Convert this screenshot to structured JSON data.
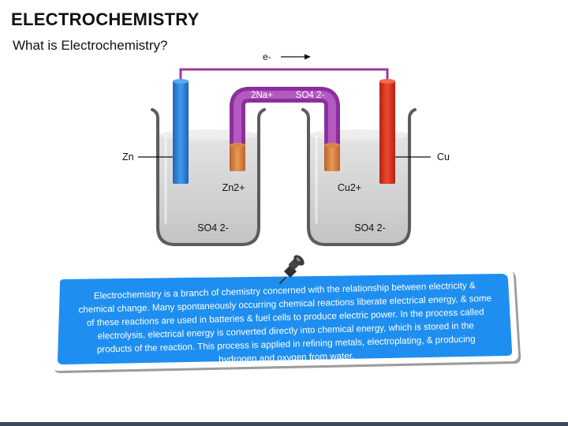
{
  "slide": {
    "title": "ELECTROCHEMISTRY",
    "subtitle": "What is Electrochemistry?"
  },
  "diagram": {
    "electron_label": "e-",
    "bridge_label_left": "2Na+",
    "bridge_label_right": "SO4 2-",
    "left_electrode_label": "Zn",
    "right_electrode_label": "Cu",
    "left_ion_label": "Zn2+",
    "right_ion_label": "Cu2+",
    "left_solution_label": "SO4 2-",
    "right_solution_label": "SO4 2-"
  },
  "info": {
    "text": "Electrochemistry is a branch of chemistry concerned with the relationship between electricity & chemical change. Many spontaneously occurring chemical reactions liberate electrical energy, & some of these reactions are used in batteries & fuel cells to produce electric power. In the process called electrolysis, electrical energy is converted directly into chemical energy, which is stored in the products of the reaction. This process is applied in refining metals, electroplating, & producing hydrogen and oxygen from water."
  },
  "colors": {
    "zinc_electrode": "#2a7fd4",
    "copper_electrode": "#d8321c",
    "salt_bridge": "#9b3ea8",
    "wire": "#a0389e",
    "info_box": "#1e8ff0",
    "solution": "#cfcfcf"
  },
  "icons": {
    "pin": "pushpin-icon",
    "arrow": "arrow-right-icon"
  }
}
